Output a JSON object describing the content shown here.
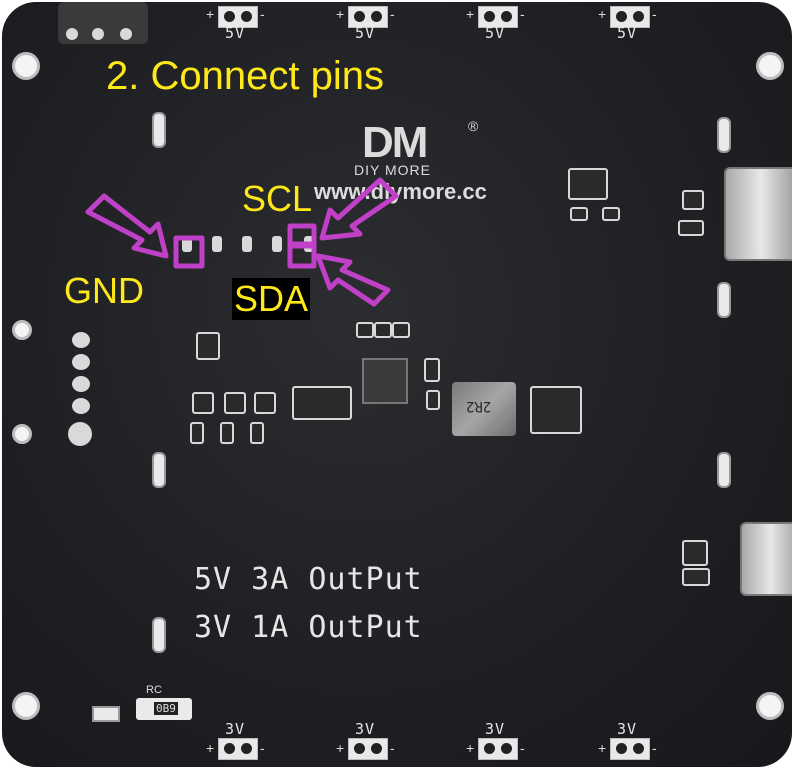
{
  "annotation": {
    "step_title": "2. Connect pins",
    "scl_label": "SCL",
    "gnd_label": "GND",
    "sda_label": "SDA",
    "annotation_color": "#c040c8",
    "label_color": "#ffe81a"
  },
  "board": {
    "brand_mark": "DM",
    "brand_name": "DIY MORE",
    "brand_url": "www.diymore.cc",
    "registered_mark": "®",
    "top_header_label": "5V",
    "bottom_header_label": "3V",
    "output_line_1": "5V 3A OutPut",
    "output_line_2": "3V 1A OutPut",
    "rc_label": "RC",
    "resistor_code": "0B9",
    "inductor_code": "2R2",
    "plus_sign": "+",
    "minus_sign": "-"
  }
}
